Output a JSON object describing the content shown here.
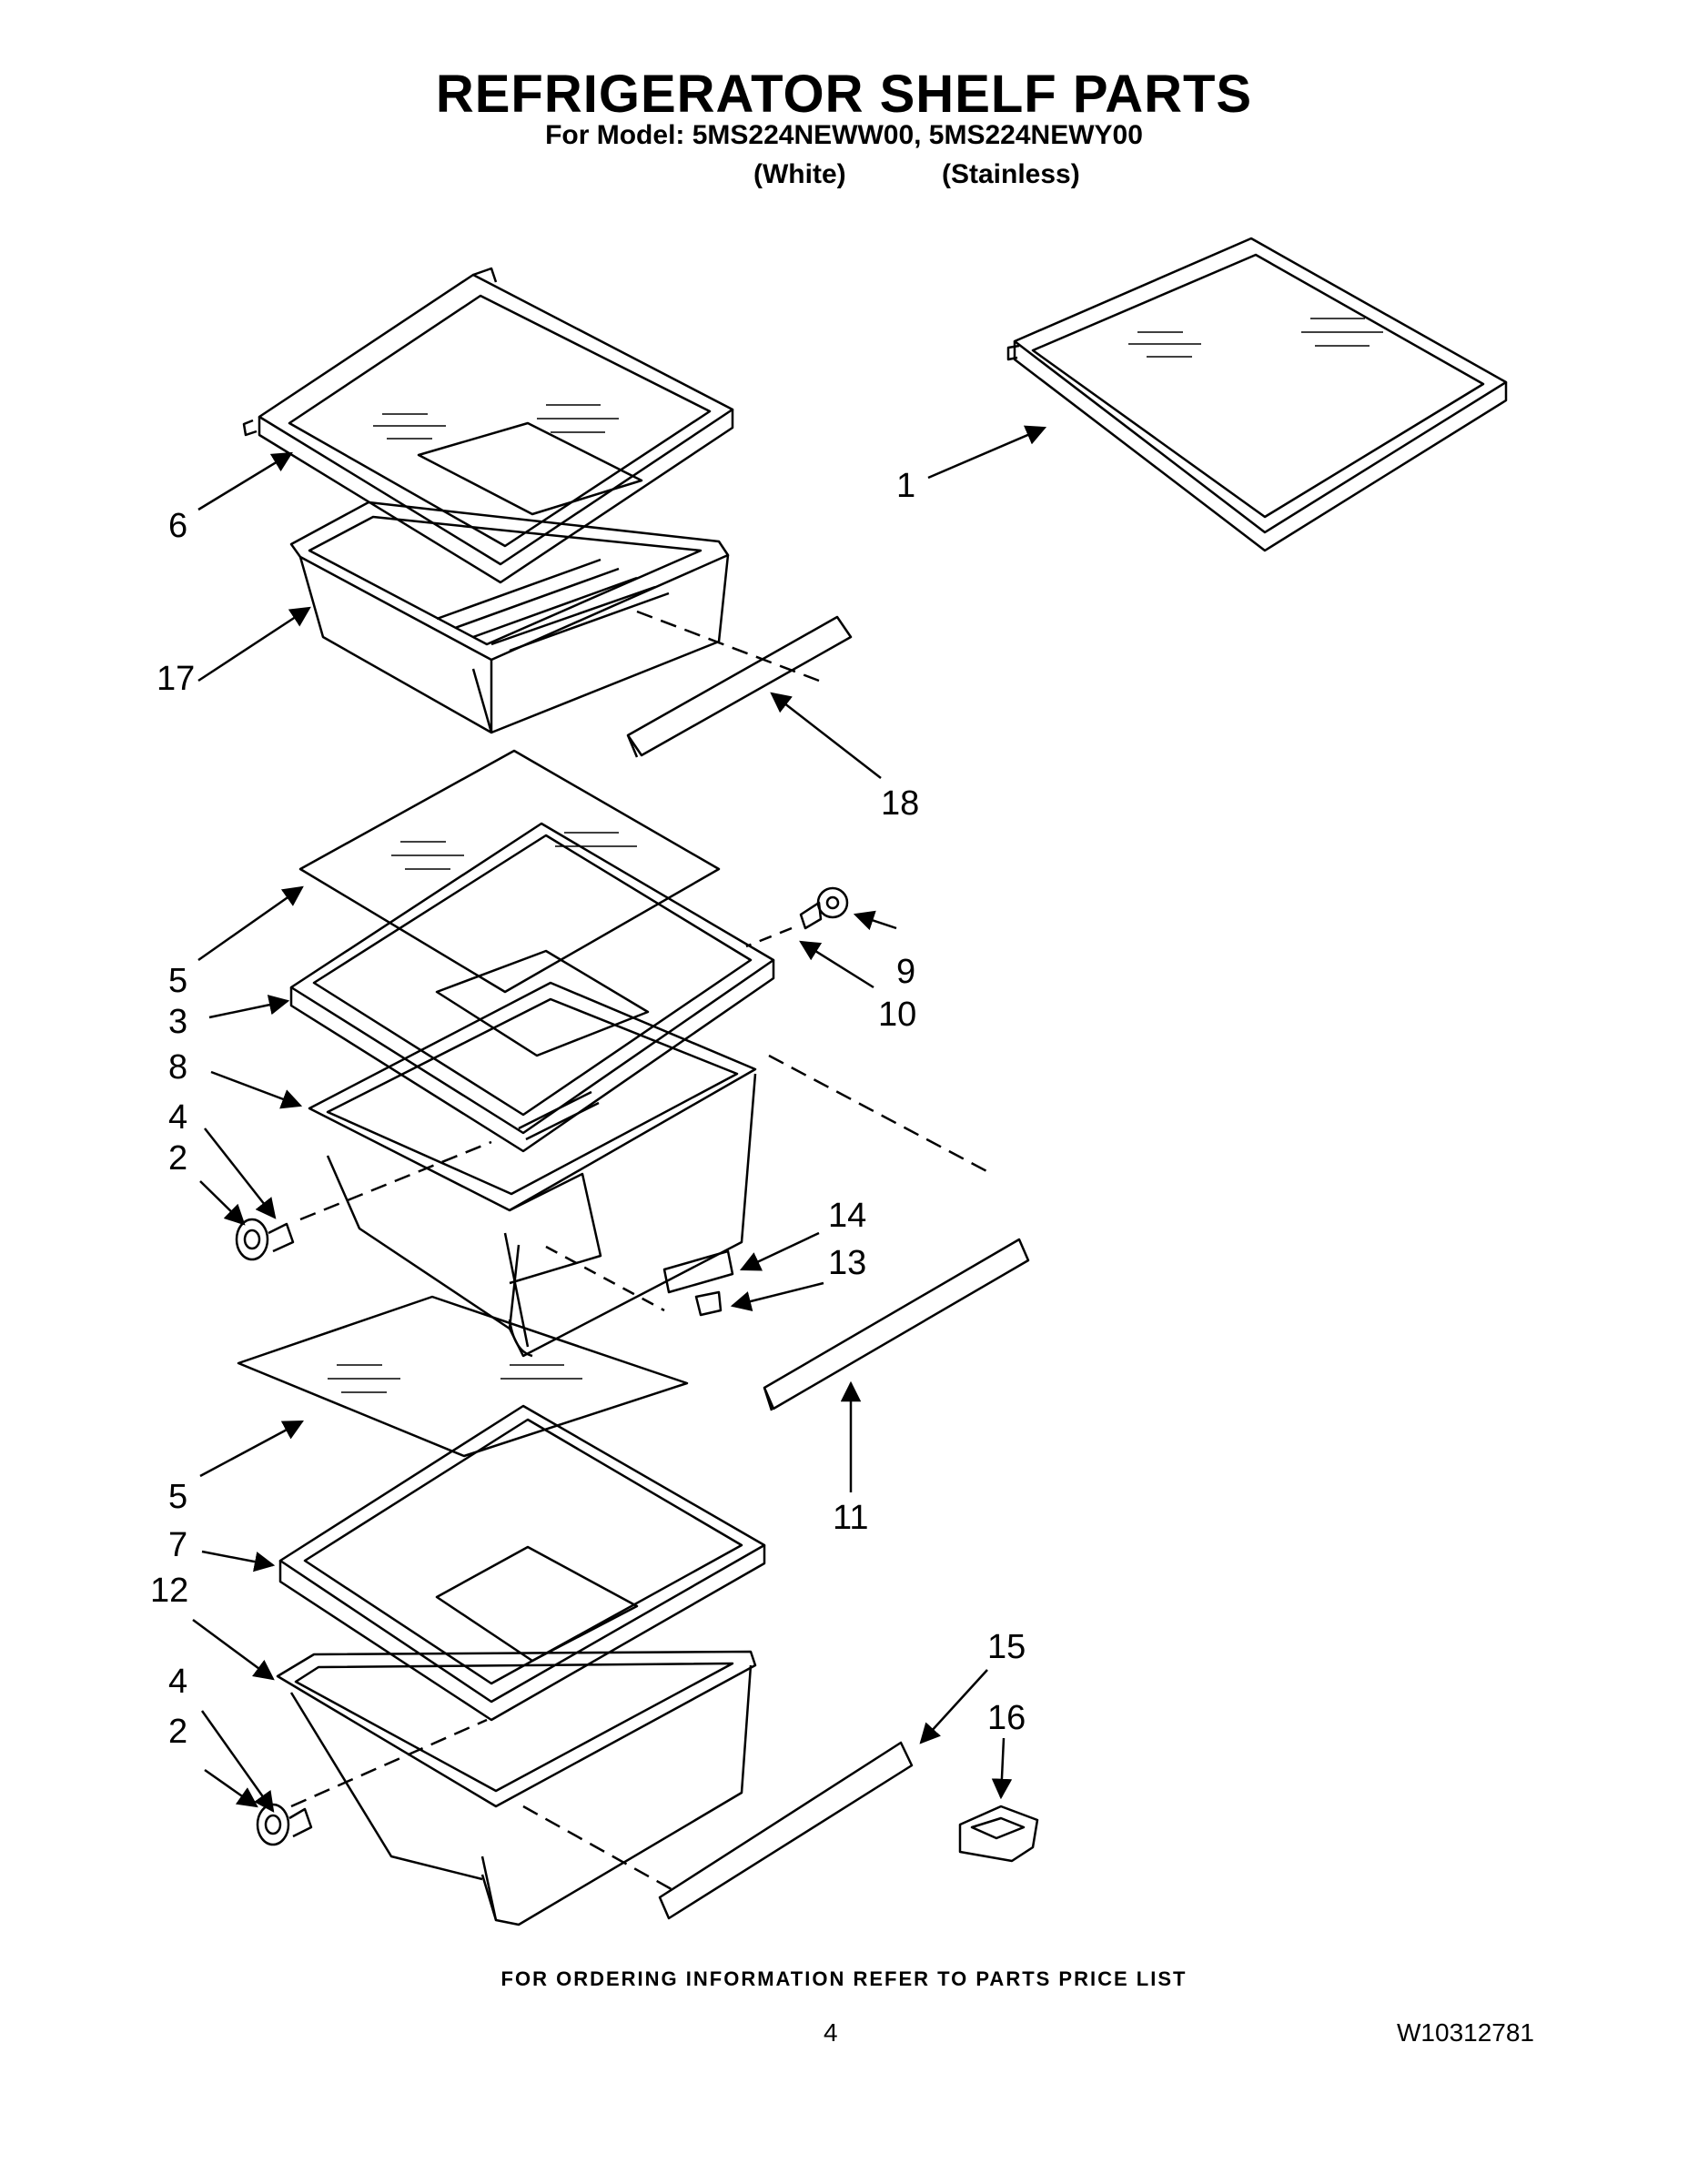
{
  "header": {
    "title": "REFRIGERATOR SHELF PARTS",
    "subtitle": "For Model: 5MS224NEWW00, 5MS224NEWY00",
    "variant_white": "(White)",
    "variant_stainless": "(Stainless)"
  },
  "callouts": {
    "c1": "1",
    "c2a": "2",
    "c2b": "2",
    "c3": "3",
    "c4a": "4",
    "c4b": "4",
    "c5a": "5",
    "c5b": "5",
    "c6": "6",
    "c7": "7",
    "c8": "8",
    "c9": "9",
    "c10": "10",
    "c11": "11",
    "c12": "12",
    "c13": "13",
    "c14": "14",
    "c15": "15",
    "c16": "16",
    "c17": "17",
    "c18": "18"
  },
  "footer": {
    "note": "FOR ORDERING INFORMATION REFER TO PARTS PRICE LIST",
    "page": "4",
    "doc": "W10312781"
  }
}
